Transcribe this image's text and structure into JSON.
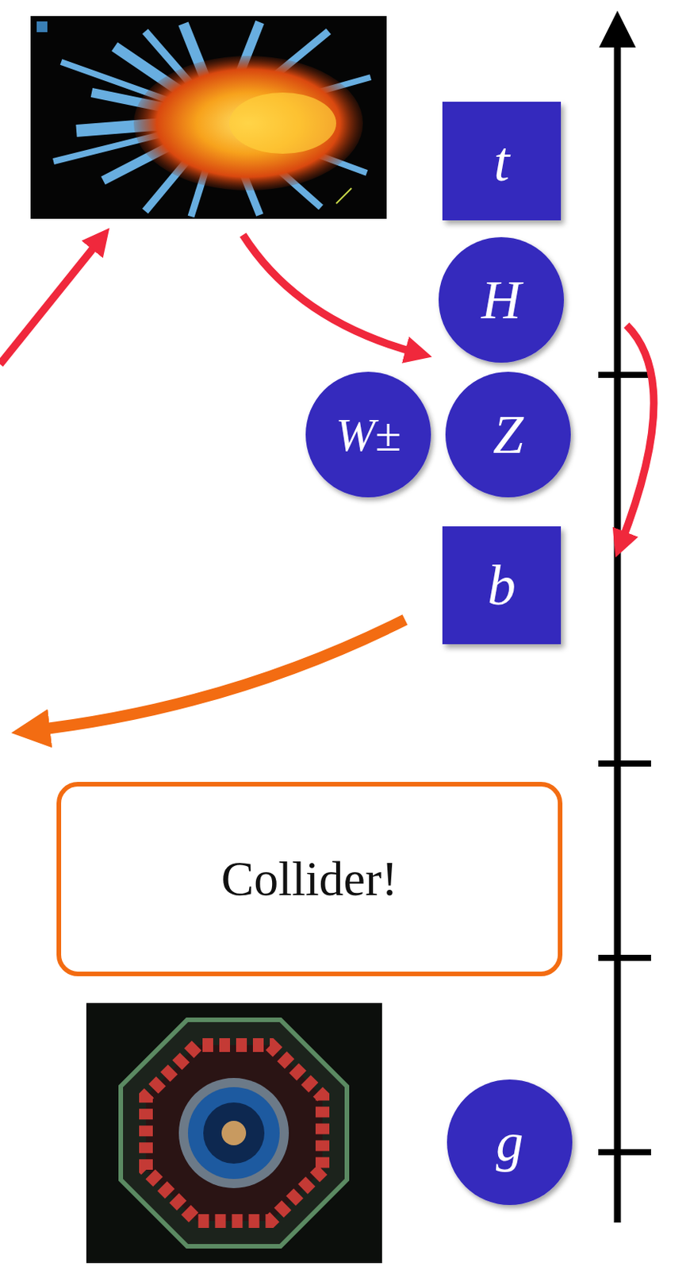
{
  "diagram": {
    "nodes": [
      {
        "text": [
          "t"
        ]
      },
      {
        "text": [
          "H"
        ]
      },
      {
        "text": [
          "W±"
        ]
      },
      {
        "text": [
          "Z"
        ]
      },
      {
        "text": [
          "b"
        ]
      },
      {
        "text": [
          "Collider!"
        ]
      },
      {
        "text": [
          "g"
        ]
      }
    ]
  }
}
